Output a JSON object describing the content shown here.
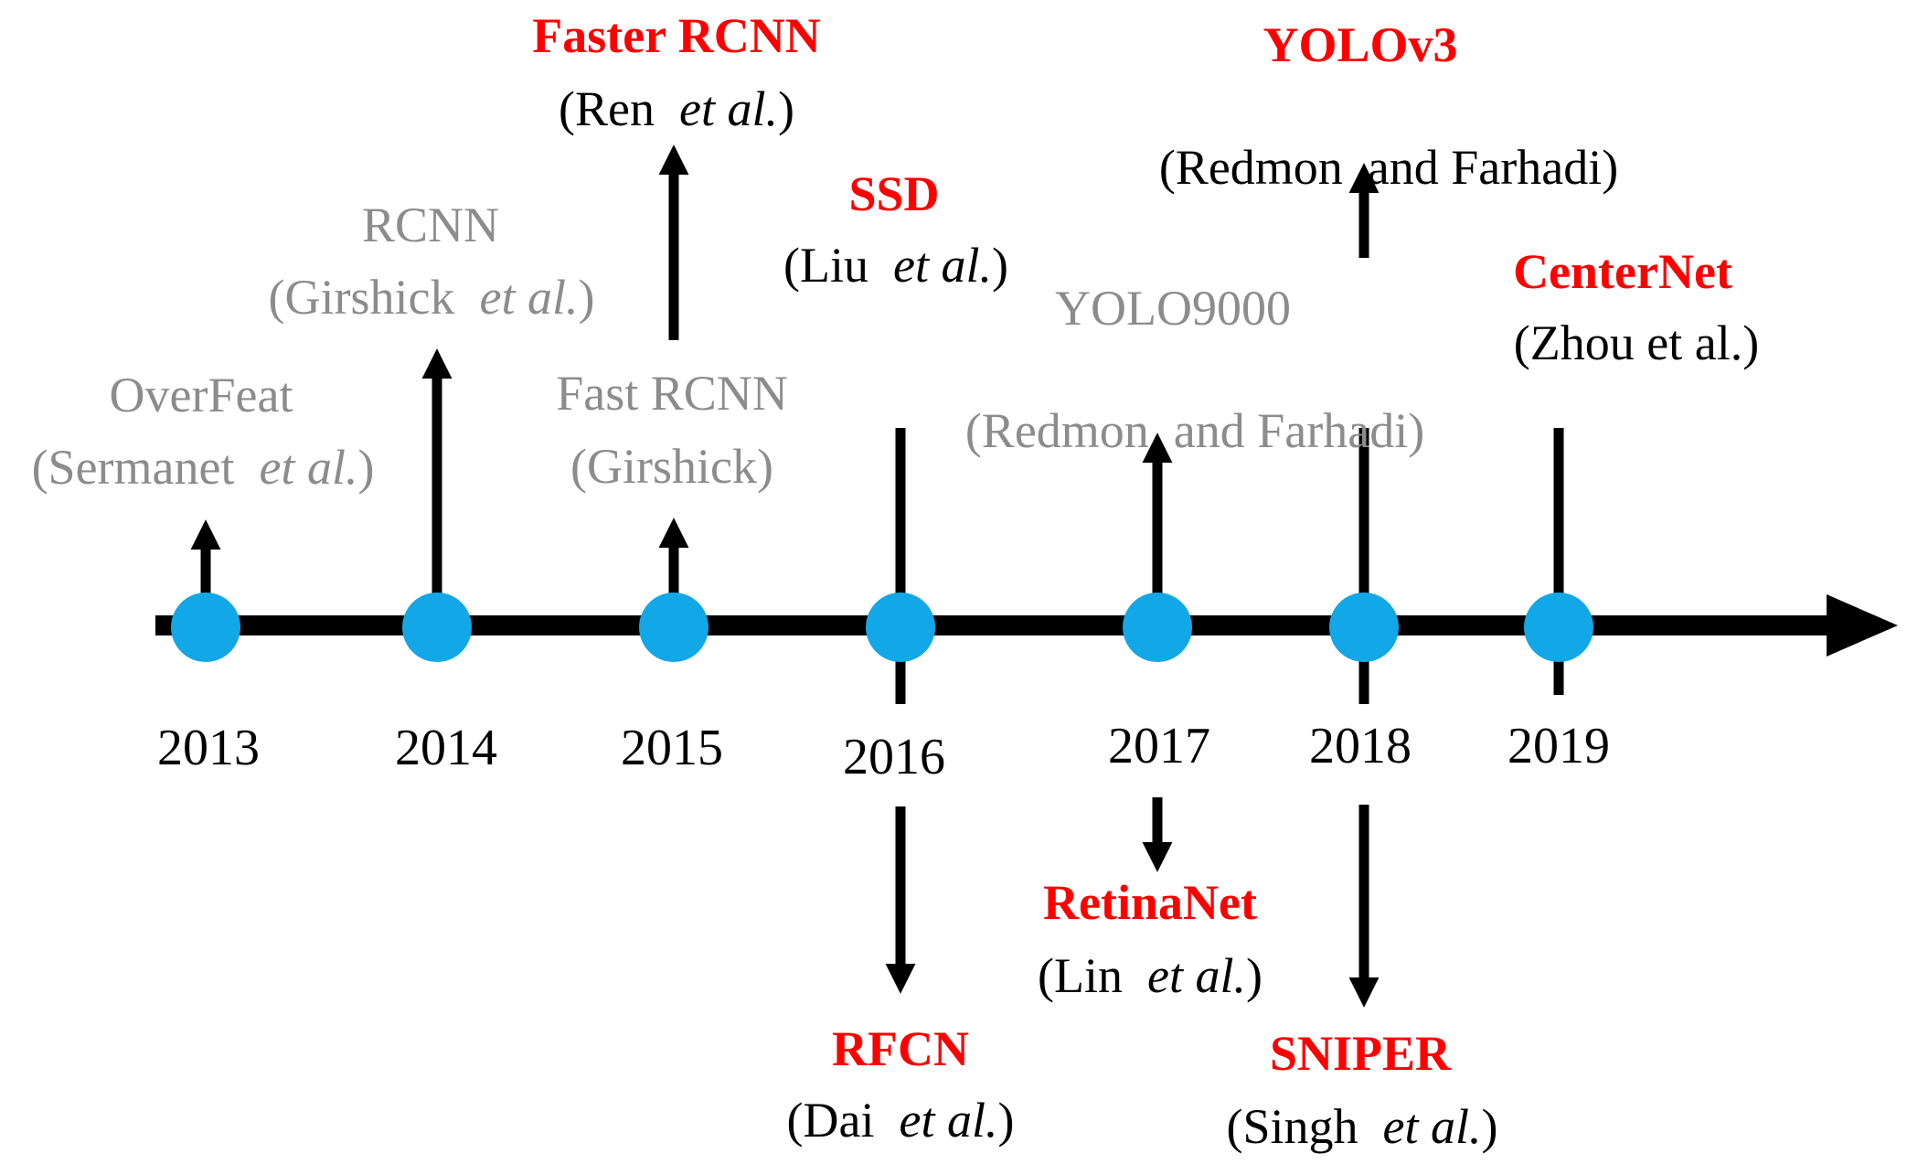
{
  "colors": {
    "axis": "#000000",
    "dot": "#12a7e6",
    "modern": "#ff0000",
    "early": "#8c8c8c",
    "text": "#000000"
  },
  "years": [
    "2013",
    "2014",
    "2015",
    "2016",
    "2017",
    "2018",
    "2019"
  ],
  "methods": [
    {
      "id": "overfeat",
      "name": "OverFeat",
      "cite_pre": "(Sermanet",
      "cite_em": "et al.",
      "cite_post": ")",
      "year": "2013",
      "style": "early"
    },
    {
      "id": "rcnn",
      "name": "RCNN",
      "cite_pre": "(Girshick",
      "cite_em": "et al.",
      "cite_post": ")",
      "year": "2014",
      "style": "early"
    },
    {
      "id": "fast-rcnn",
      "name": "Fast RCNN",
      "cite_pre": "(Girshick)",
      "cite_em": "",
      "cite_post": "",
      "year": "2015",
      "style": "early"
    },
    {
      "id": "faster-rcnn",
      "name": "Faster RCNN",
      "cite_pre": "(Ren",
      "cite_em": "et al.",
      "cite_post": ")",
      "year": "2015",
      "style": "modern"
    },
    {
      "id": "ssd",
      "name": "SSD",
      "cite_pre": "(Liu",
      "cite_em": "et al.",
      "cite_post": ")",
      "year": "2016",
      "style": "modern"
    },
    {
      "id": "rfcn",
      "name": "RFCN",
      "cite_pre": "(Dai",
      "cite_em": "et al.",
      "cite_post": ")",
      "year": "2016",
      "style": "modern"
    },
    {
      "id": "yolo9000",
      "name": "YOLO9000",
      "cite_pre": "(Redmon  and Farhadi)",
      "cite_em": "",
      "cite_post": "",
      "year": "2017",
      "style": "early"
    },
    {
      "id": "retinanet",
      "name": "RetinaNet",
      "cite_pre": "(Lin",
      "cite_em": "et al.",
      "cite_post": ")",
      "year": "2017",
      "style": "modern"
    },
    {
      "id": "yolov3",
      "name": "YOLOv3",
      "cite_pre": "(Redmon  and Farhadi)",
      "cite_em": "",
      "cite_post": "",
      "year": "2018",
      "style": "modern"
    },
    {
      "id": "sniper",
      "name": "SNIPER",
      "cite_pre": "(Singh",
      "cite_em": "et al.",
      "cite_post": ")",
      "year": "2018",
      "style": "modern"
    },
    {
      "id": "centernet",
      "name": "CenterNet",
      "cite_pre": "(Zhou et al.)",
      "cite_em": "",
      "cite_post": "",
      "year": "2019",
      "style": "modern"
    }
  ]
}
